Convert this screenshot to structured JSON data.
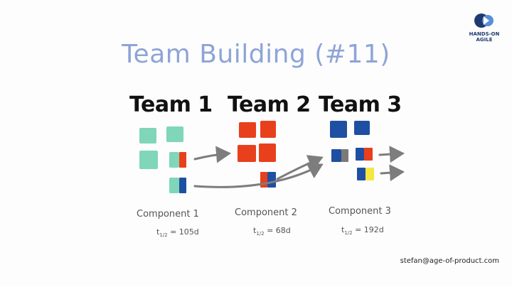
{
  "title": "Team Building (#11)",
  "logo": {
    "line1": "HANDS-ON",
    "line2": "AGILE"
  },
  "teams": [
    {
      "label": "Team 1",
      "component": "Component 1",
      "half_life_value": "= 105d"
    },
    {
      "label": "Team 2",
      "component": "Component 2",
      "half_life_value": "= 68d"
    },
    {
      "label": "Team 3",
      "component": "Component 3",
      "half_life_value": "= 192d"
    }
  ],
  "half_life_symbol": "t",
  "half_life_sub": "1/2",
  "email": "stefan@age-of-product.com",
  "colors": {
    "green": "#7fd6b8",
    "red": "#e8401c",
    "blue": "#1f4fa3",
    "gray": "#7a7a7a",
    "yellow": "#f5e642",
    "arrow": "#7d7d7d",
    "title": "#8ea4d8"
  }
}
